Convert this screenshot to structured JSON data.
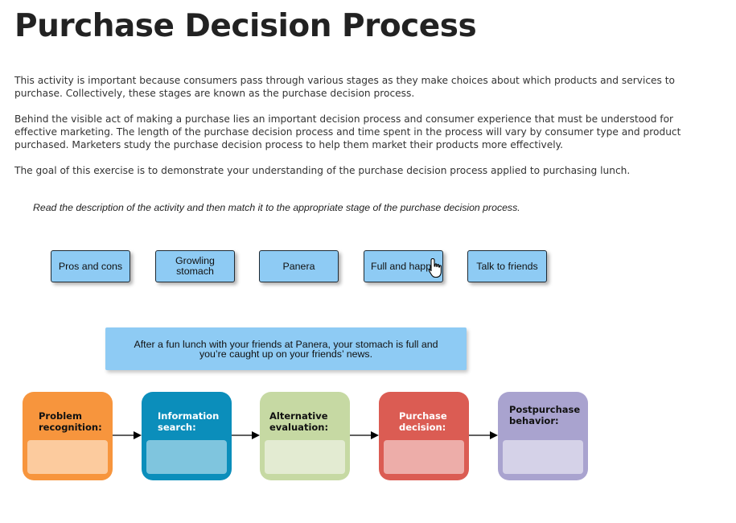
{
  "title": "Purchase Decision Process",
  "paragraphs": [
    "This activity is important because consumers pass through various stages as they make choices about which products and services to purchase. Collectively, these stages are known as the purchase decision process.",
    "Behind the visible act of making a purchase lies an important decision process and consumer experience that must be understood for effective marketing. The length of the purchase decision process and time spent in the process will vary by consumer type and product purchased. Marketers study the purchase decision process to help them market their products more effectively.",
    "The goal of this exercise is to demonstrate your understanding of the purchase decision process applied to purchasing lunch."
  ],
  "instruction": "Read the description of the activity and then match it to the appropriate stage of the purchase decision process.",
  "chips": [
    "Pros and cons",
    "Growling stomach",
    "Panera",
    "Full and happ",
    "Talk to friends"
  ],
  "description": "After a fun lunch with your friends at Panera, your stomach is full and you’re caught up on your friends’ news.",
  "stages": [
    {
      "label": "Problem recognition:",
      "color": "#f7953d",
      "zone_color": "#fccb9e",
      "text_color": "#111111"
    },
    {
      "label": "Information search:",
      "color": "#0b8ebb",
      "zone_color": "#7fc5de",
      "text_color": "#ffffff"
    },
    {
      "label": "Alternative evaluation:",
      "color": "#c6d9a3",
      "zone_color": "#e3ebd2",
      "text_color": "#111111"
    },
    {
      "label": "Purchase decision:",
      "color": "#db5c53",
      "zone_color": "#edada9",
      "text_color": "#ffffff"
    },
    {
      "label": "Postpurchase behavior:",
      "color": "#a9a3cf",
      "zone_color": "#d5d2e8",
      "text_color": "#111111"
    }
  ],
  "icons": {
    "arrow": "arrow-right-icon",
    "cursor": "hand-pointer-icon"
  }
}
